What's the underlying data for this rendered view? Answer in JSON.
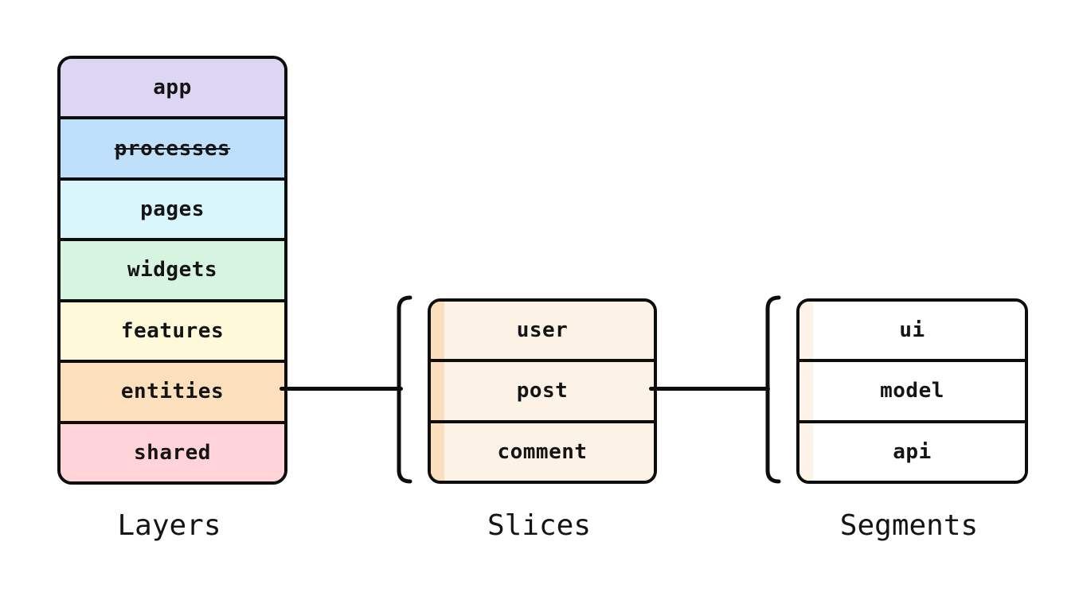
{
  "palette": {
    "stroke": "#0d0d0d",
    "text": "#141414",
    "background": "#ffffff"
  },
  "layers": {
    "caption": "Layers",
    "items": [
      {
        "label": "app",
        "color": "#ddd6f3",
        "deprecated": false
      },
      {
        "label": "processes",
        "color": "#bfe0fa",
        "deprecated": true
      },
      {
        "label": "pages",
        "color": "#d9f6fc",
        "deprecated": false
      },
      {
        "label": "widgets",
        "color": "#d7f4e1",
        "deprecated": false
      },
      {
        "label": "features",
        "color": "#fdf9d9",
        "deprecated": false
      },
      {
        "label": "entities",
        "color": "#fce0bd",
        "deprecated": false
      },
      {
        "label": "shared",
        "color": "#ffd3d8",
        "deprecated": false
      }
    ]
  },
  "slices": {
    "caption": "Slices",
    "row_color": "#fdf2e6",
    "strip_color": "#fbdfbc",
    "items": [
      {
        "label": "user"
      },
      {
        "label": "post"
      },
      {
        "label": "comment"
      }
    ]
  },
  "segments": {
    "caption": "Segments",
    "row_color": "#ffffff",
    "strip_color": "#fdf3e8",
    "items": [
      {
        "label": "ui"
      },
      {
        "label": "model"
      },
      {
        "label": "api"
      }
    ]
  }
}
